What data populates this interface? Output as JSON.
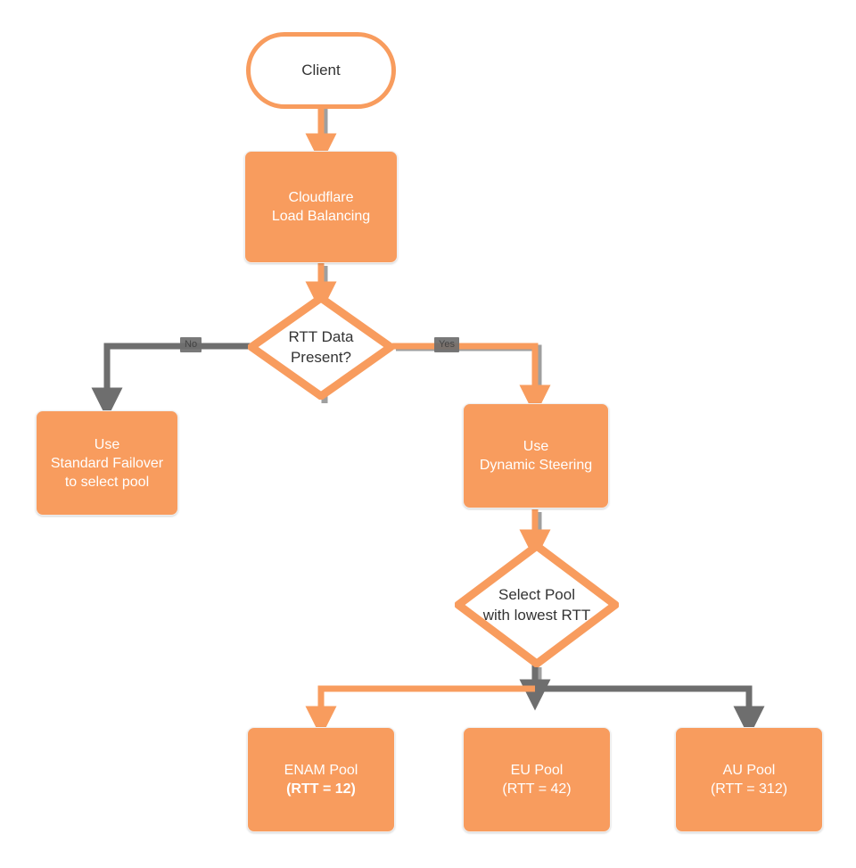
{
  "diagram": {
    "title": "Cloudflare Load Balancing RTT steering flowchart",
    "colors": {
      "accent_orange": "#f89c5e",
      "edge_gray": "#6e6e6e",
      "node_text_light": "#ffffff",
      "node_text_dark": "#333333",
      "background": "#ffffff"
    },
    "nodes": [
      {
        "id": "client",
        "shape": "terminator",
        "lines": [
          "Client"
        ]
      },
      {
        "id": "cloudflare-load-balancing",
        "shape": "process",
        "lines": [
          "Cloudflare",
          "Load Balancing"
        ]
      },
      {
        "id": "rtt-data-present",
        "shape": "decision",
        "lines": [
          "RTT Data",
          "Present?"
        ]
      },
      {
        "id": "standard-failover",
        "shape": "process",
        "lines": [
          "Use",
          "Standard Failover",
          "to select pool"
        ]
      },
      {
        "id": "dynamic-steering",
        "shape": "process",
        "lines": [
          "Use",
          "Dynamic Steering"
        ]
      },
      {
        "id": "select-pool-lowest-rtt",
        "shape": "decision",
        "lines": [
          "Select Pool",
          "with lowest RTT"
        ]
      },
      {
        "id": "enam-pool",
        "shape": "process",
        "lines": [
          "ENAM Pool",
          "(RTT = 12)"
        ],
        "bold_line": 1
      },
      {
        "id": "eu-pool",
        "shape": "process",
        "lines": [
          "EU Pool",
          "(RTT = 42)"
        ]
      },
      {
        "id": "au-pool",
        "shape": "process",
        "lines": [
          "AU Pool",
          "(RTT = 312)"
        ]
      }
    ],
    "edge_labels": [
      {
        "id": "no-label",
        "text": "No"
      },
      {
        "id": "yes-label",
        "text": "Yes"
      }
    ],
    "edges": [
      {
        "from": "client",
        "to": "cloudflare-load-balancing",
        "color": "#f89c5e"
      },
      {
        "from": "cloudflare-load-balancing",
        "to": "rtt-data-present",
        "color": "#f89c5e"
      },
      {
        "from": "rtt-data-present",
        "to": "standard-failover",
        "color": "#6e6e6e",
        "label": "No"
      },
      {
        "from": "rtt-data-present",
        "to": "dynamic-steering",
        "color": "#f89c5e",
        "label": "Yes"
      },
      {
        "from": "dynamic-steering",
        "to": "select-pool-lowest-rtt",
        "color": "#f89c5e"
      },
      {
        "from": "select-pool-lowest-rtt",
        "to": "enam-pool",
        "color": "#f89c5e"
      },
      {
        "from": "select-pool-lowest-rtt",
        "to": "eu-pool",
        "color": "#6e6e6e"
      },
      {
        "from": "select-pool-lowest-rtt",
        "to": "au-pool",
        "color": "#6e6e6e"
      }
    ]
  }
}
